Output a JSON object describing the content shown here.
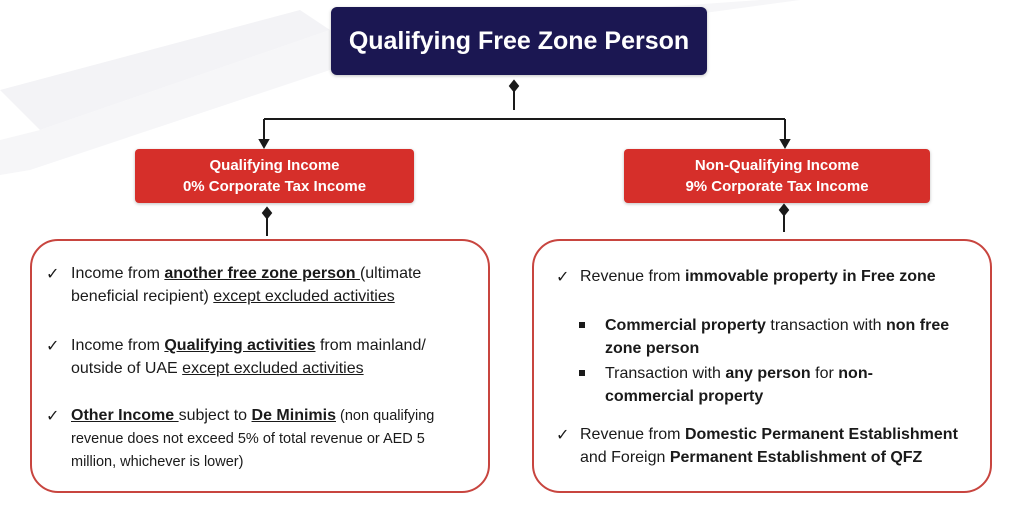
{
  "title": "Qualifying Free Zone Person",
  "qualifying": {
    "line1": "Qualifying Income",
    "line2": "0% Corporate Tax Income",
    "items": {
      "i1_a": "Income from ",
      "i1_b": "another free zone person ",
      "i1_c": "(ultimate",
      "i1_d": "beneficial recipient) ",
      "i1_e": "except excluded activities",
      "i2_a": "Income from ",
      "i2_b": "Qualifying activities",
      "i2_c": " from mainland/",
      "i2_d": "outside of UAE ",
      "i2_e": "except excluded activities",
      "i3_a": "Other Income ",
      "i3_b": "subject to ",
      "i3_c": "De Minimis",
      "i3_d": " (non qualifying",
      "i3_e": "revenue does not exceed 5% of total revenue or AED 5",
      "i3_f": "million, whichever is lower)"
    }
  },
  "non_qualifying": {
    "line1": "Non-Qualifying Income",
    "line2": "9% Corporate Tax Income",
    "items": {
      "n1_a": "Revenue from ",
      "n1_b": "immovable property in Free zone",
      "s1_a": "Commercial property",
      "s1_b": " transaction with ",
      "s1_c": "non free",
      "s1_d": "zone person",
      "s2_a": "Transaction with ",
      "s2_b": "any person",
      "s2_c": " for ",
      "s2_d": "non-",
      "s2_e": "commercial property",
      "n2_a": "Revenue from ",
      "n2_b": "Domestic Permanent Establishment",
      "n2_c": "and Foreign ",
      "n2_d": "Permanent Establishment of QFZ"
    }
  },
  "check_symbol": "✓",
  "colors": {
    "navy": "#1b1752",
    "red": "#d62f2a",
    "panel_border": "#c8453f"
  }
}
